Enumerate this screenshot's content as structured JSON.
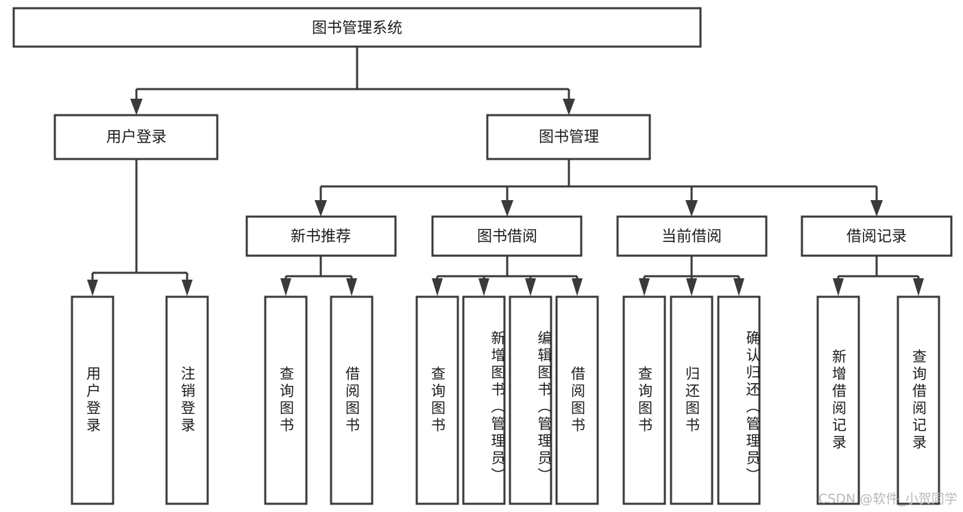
{
  "diagram": {
    "title": "图书管理系统",
    "type": "tree-hierarchy",
    "root": {
      "label": "图书管理系统",
      "orientation": "horizontal"
    },
    "level2": [
      {
        "label": "用户登录",
        "orientation": "horizontal"
      },
      {
        "label": "图书管理",
        "orientation": "horizontal"
      }
    ],
    "level3": [
      {
        "label": "新书推荐",
        "orientation": "horizontal"
      },
      {
        "label": "图书借阅",
        "orientation": "horizontal"
      },
      {
        "label": "当前借阅",
        "orientation": "horizontal"
      },
      {
        "label": "借阅记录",
        "orientation": "horizontal"
      }
    ],
    "leaves": {
      "user_login": [
        {
          "label": "用户登录",
          "orientation": "vertical"
        },
        {
          "label": "注销登录",
          "orientation": "vertical"
        }
      ],
      "new_book_recommend": [
        {
          "label": "查询图书",
          "orientation": "vertical"
        },
        {
          "label": "借阅图书",
          "orientation": "vertical"
        }
      ],
      "book_borrow": [
        {
          "label": "查询图书",
          "orientation": "vertical"
        },
        {
          "label": "新增图书（管理员）",
          "orientation": "vertical"
        },
        {
          "label": "编辑图书（管理员）",
          "orientation": "vertical"
        },
        {
          "label": "借阅图书",
          "orientation": "vertical"
        }
      ],
      "current_borrow": [
        {
          "label": "查询图书",
          "orientation": "vertical"
        },
        {
          "label": "归还图书",
          "orientation": "vertical"
        },
        {
          "label": "确认归还（管理员）",
          "orientation": "vertical"
        }
      ],
      "borrow_record": [
        {
          "label": "新增借阅记录",
          "orientation": "vertical"
        },
        {
          "label": "查询借阅记录",
          "orientation": "vertical"
        }
      ]
    },
    "colors": {
      "stroke": "#3a3a3a",
      "fill": "#ffffff",
      "text": "#1c1c1c",
      "background": "#ffffff",
      "watermark": "#b9b9b9"
    }
  },
  "watermark": {
    "text": "CSDN @软件_小贺同学"
  }
}
